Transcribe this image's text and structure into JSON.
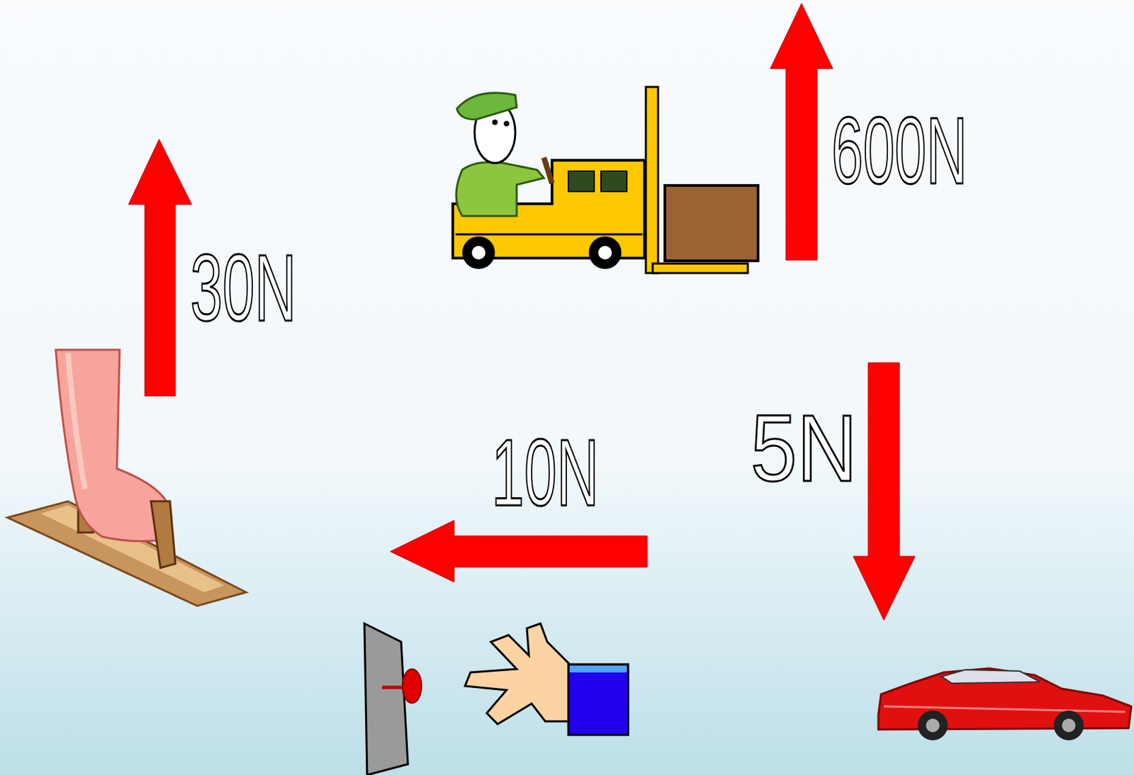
{
  "diagram": {
    "labels": [
      "30N",
      "600N",
      "10N",
      "5N"
    ]
  }
}
